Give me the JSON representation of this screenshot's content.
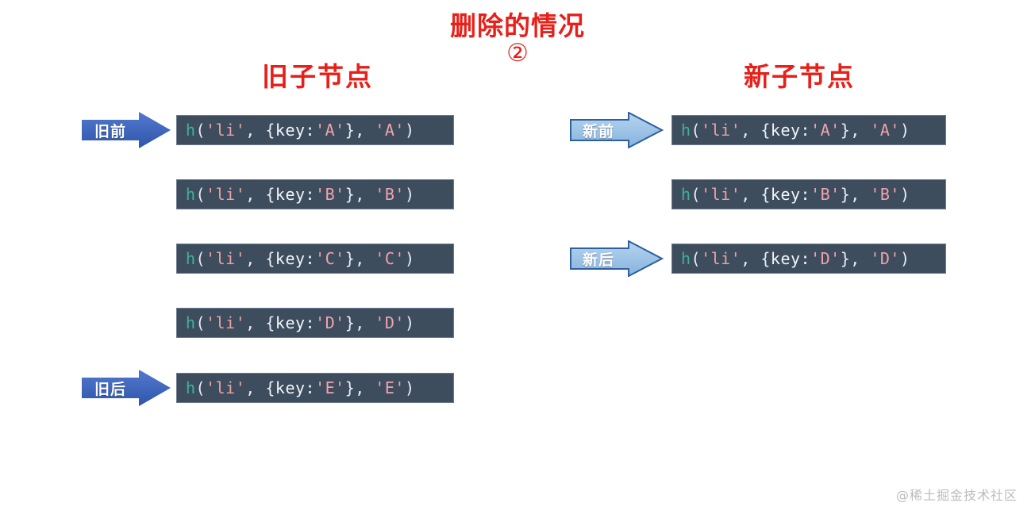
{
  "title": {
    "heading": "删除的情况",
    "index": "②"
  },
  "columns": {
    "left": {
      "title": "旧子节点"
    },
    "right": {
      "title": "新子节点"
    }
  },
  "colors": {
    "title_red": "#e8201a",
    "code_bg": "#3e4d5e",
    "code_border": "#6a7a8c",
    "fn_teal": "#3fb293",
    "string_pink": "#eba2a2",
    "value_pink": "#f0a3ad",
    "punct_white": "#e8edf5",
    "arrow_left_fill": "#3f66bb",
    "arrow_right_fill": "#9cc2e5",
    "arrow_right_stroke": "#2e5f9e",
    "watermark_gray": "#b9bcc0"
  },
  "code_tokens": {
    "fn": "h",
    "open_paren": "(",
    "tag": "'li'",
    "comma1": ", ",
    "brace_open": "{",
    "key_label": "key:",
    "brace_close": "}",
    "comma2": ", ",
    "close_paren": ")"
  },
  "left_rows": [
    {
      "key": "'A'",
      "text": "'A'",
      "code": "h('li', {key:'A'}, 'A')"
    },
    {
      "key": "'B'",
      "text": "'B'",
      "code": "h('li', {key:'B'}, 'B')"
    },
    {
      "key": "'C'",
      "text": "'C'",
      "code": "h('li', {key:'C'}, 'C')"
    },
    {
      "key": "'D'",
      "text": "'D'",
      "code": "h('li', {key:'D'}, 'D')"
    },
    {
      "key": "'E'",
      "text": "'E'",
      "code": "h('li', {key:'E'}, 'E')"
    }
  ],
  "right_rows": [
    {
      "key": "'A'",
      "text": "'A'",
      "code": "h('li', {key:'A'}, 'A')"
    },
    {
      "key": "'B'",
      "text": "'B'",
      "code": "h('li', {key:'B'}, 'B')"
    },
    {
      "key": "'D'",
      "text": "'D'",
      "code": "h('li', {key:'D'}, 'D')"
    }
  ],
  "pointers": {
    "old_start": "旧前",
    "old_end": "旧后",
    "new_start": "新前",
    "new_end": "新后"
  },
  "watermark": "@稀土掘金技术社区"
}
